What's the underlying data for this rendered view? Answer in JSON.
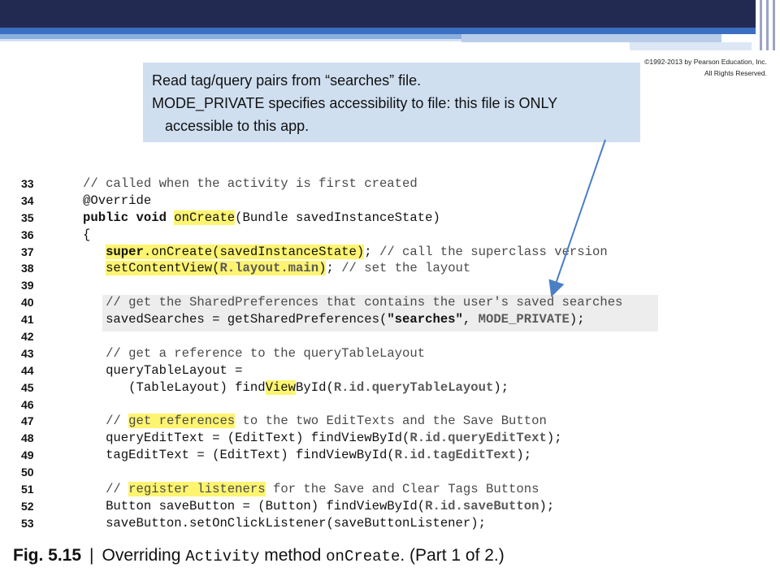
{
  "copyright": "©1992-2013 by Pearson Education, Inc. All Rights Reserved.",
  "callout": {
    "line1": "Read tag/query pairs from  “searches” file.",
    "line2": "MODE_PRIVATE specifies accessibility to file: this file is ONLY",
    "line3": "accessible to this app."
  },
  "code_lines": [
    {
      "n": "33",
      "tokens": [
        {
          "t": "// called when the activity is first created",
          "c": "cm"
        }
      ]
    },
    {
      "n": "34",
      "tokens": [
        {
          "t": "@Override",
          "c": ""
        }
      ]
    },
    {
      "n": "35",
      "tokens": [
        {
          "t": "public void ",
          "c": "kw"
        },
        {
          "t": "onCreate",
          "c": "hl"
        },
        {
          "t": "(Bundle savedInstanceState)",
          "c": ""
        }
      ]
    },
    {
      "n": "36",
      "tokens": [
        {
          "t": "{",
          "c": ""
        }
      ]
    },
    {
      "n": "37",
      "tokens": [
        {
          "t": "   ",
          "c": ""
        },
        {
          "t": "super",
          "c": "kw hl"
        },
        {
          "t": ".onCreate(savedInstanceState)",
          "c": "hl"
        },
        {
          "t": "; ",
          "c": ""
        },
        {
          "t": "// call the superclass version",
          "c": "cm"
        }
      ]
    },
    {
      "n": "38",
      "tokens": [
        {
          "t": "   ",
          "c": ""
        },
        {
          "t": "setContentView(",
          "c": "hl"
        },
        {
          "t": "R.layout.main",
          "c": "ref hl"
        },
        {
          "t": ")",
          "c": "hl"
        },
        {
          "t": "; ",
          "c": ""
        },
        {
          "t": "// set the layout",
          "c": "cm"
        }
      ]
    },
    {
      "n": "39",
      "tokens": [
        {
          "t": "",
          "c": ""
        }
      ]
    },
    {
      "n": "40",
      "tokens": [
        {
          "t": "   ",
          "c": ""
        },
        {
          "t": "// get the SharedPreferences that contains the user's saved searches",
          "c": "cm"
        }
      ]
    },
    {
      "n": "41",
      "tokens": [
        {
          "t": "   savedSearches = getSharedPreferences(",
          "c": ""
        },
        {
          "t": "\"searches\"",
          "c": "str"
        },
        {
          "t": ", ",
          "c": ""
        },
        {
          "t": "MODE_PRIVATE",
          "c": "ref"
        },
        {
          "t": ");",
          "c": ""
        }
      ]
    },
    {
      "n": "42",
      "tokens": [
        {
          "t": "",
          "c": ""
        }
      ]
    },
    {
      "n": "43",
      "tokens": [
        {
          "t": "   ",
          "c": ""
        },
        {
          "t": "// get a reference to the queryTableLayout",
          "c": "cm"
        }
      ]
    },
    {
      "n": "44",
      "tokens": [
        {
          "t": "   queryTableLayout =",
          "c": ""
        }
      ]
    },
    {
      "n": "45",
      "tokens": [
        {
          "t": "      (TableLayout) find",
          "c": ""
        },
        {
          "t": "View",
          "c": "hl"
        },
        {
          "t": "ById(",
          "c": ""
        },
        {
          "t": "R.id.queryTableLayout",
          "c": "ref"
        },
        {
          "t": ");",
          "c": ""
        }
      ]
    },
    {
      "n": "46",
      "tokens": [
        {
          "t": "",
          "c": ""
        }
      ]
    },
    {
      "n": "47",
      "tokens": [
        {
          "t": "   ",
          "c": ""
        },
        {
          "t": "// ",
          "c": "cm"
        },
        {
          "t": "get references",
          "c": "cm hl"
        },
        {
          "t": " to the two EditTexts and the Save Button",
          "c": "cm"
        }
      ]
    },
    {
      "n": "48",
      "tokens": [
        {
          "t": "   queryEditText = (EditText) findViewById(",
          "c": ""
        },
        {
          "t": "R.id.queryEditText",
          "c": "ref"
        },
        {
          "t": ");",
          "c": ""
        }
      ]
    },
    {
      "n": "49",
      "tokens": [
        {
          "t": "   tagEditText = (EditText) findViewById(",
          "c": ""
        },
        {
          "t": "R.id.tagEditText",
          "c": "ref"
        },
        {
          "t": ");",
          "c": ""
        }
      ]
    },
    {
      "n": "50",
      "tokens": [
        {
          "t": "",
          "c": ""
        }
      ]
    },
    {
      "n": "51",
      "tokens": [
        {
          "t": "   ",
          "c": ""
        },
        {
          "t": "// ",
          "c": "cm"
        },
        {
          "t": "register listeners",
          "c": "cm hl"
        },
        {
          "t": " for the Save and Clear Tags Buttons",
          "c": "cm"
        }
      ]
    },
    {
      "n": "52",
      "tokens": [
        {
          "t": "   Button saveButton = (Button) findViewById(",
          "c": ""
        },
        {
          "t": "R.id.saveButton",
          "c": "ref"
        },
        {
          "t": ");",
          "c": ""
        }
      ]
    },
    {
      "n": "53",
      "tokens": [
        {
          "t": "   saveButton.setOnClickListener(saveButtonListener);",
          "c": ""
        }
      ]
    }
  ],
  "caption": {
    "fig": "Fig. 5.15",
    "sep": "|",
    "text1": "Overriding ",
    "mono1": "Activity",
    "text2": " method ",
    "mono2": "onCreate",
    "text3": ". (Part 1 of 2.)"
  },
  "colors": {
    "header_navy": "#232a52",
    "header_blue": "#3b6fc2",
    "callout_bg": "#cfdff0",
    "highlight": "#fdf470",
    "arrow": "#4a7fc4"
  }
}
